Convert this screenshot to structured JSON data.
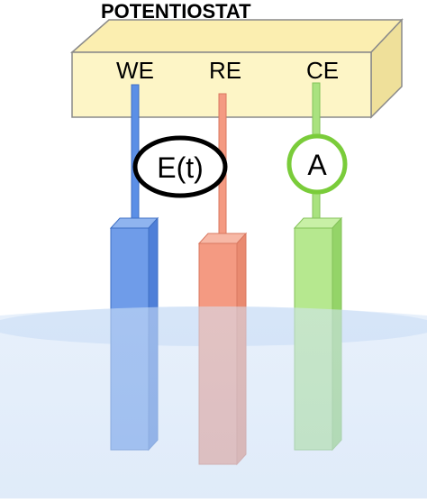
{
  "title": "POTENTIOSTAT",
  "electrodes": {
    "we": {
      "label": "WE",
      "color": "#5b8fe6"
    },
    "re": {
      "label": "RE",
      "color": "#f49a82"
    },
    "ce": {
      "label": "CE",
      "color": "#a9e27f"
    }
  },
  "meters": {
    "voltage": {
      "label": "E(t)",
      "color": "#000000"
    },
    "current": {
      "label": "A",
      "color": "#7acc3a"
    }
  },
  "colors": {
    "box_front": "#fdf5c6",
    "box_top": "#fbeeb0",
    "box_edge": "#8a8a8a",
    "electrolyte": "#c9ddf5"
  }
}
